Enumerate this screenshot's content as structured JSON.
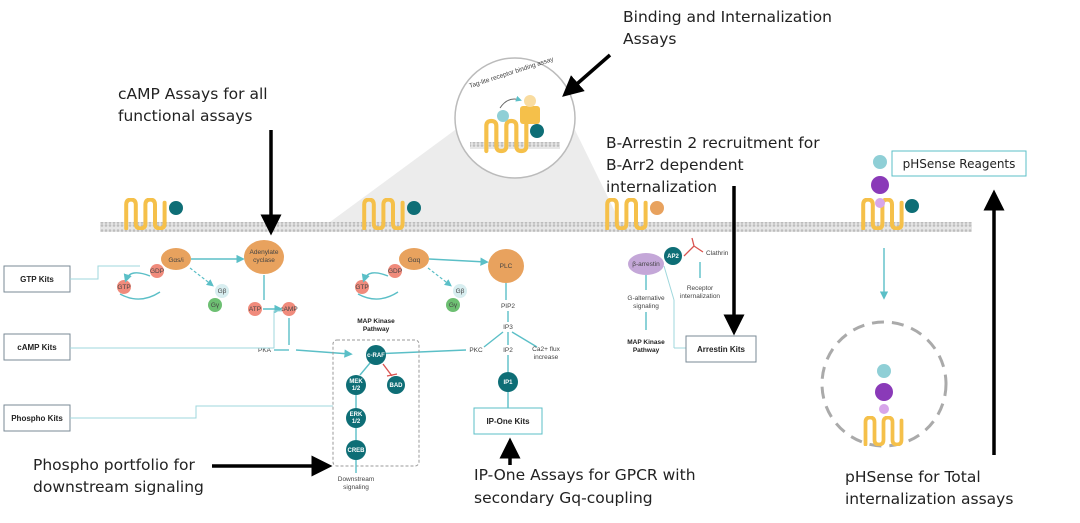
{
  "callouts": {
    "binding": [
      "Binding and Internalization",
      "Assays"
    ],
    "camp": [
      "cAMP Assays for all",
      "functional assays"
    ],
    "arrestin": [
      "B-Arrestin 2 recruitment for",
      "B-Arr2 dependent",
      "internalization"
    ],
    "phospho": [
      "Phospho portfolio for",
      "downstream signaling"
    ],
    "ipone": [
      "IP-One Assays for GPCR with",
      "secondary Gq-coupling"
    ],
    "phsense": [
      "pHSense for Total",
      "internalization assays"
    ]
  },
  "boxes": {
    "gtp": "GTP Kits",
    "camp": "cAMP Kits",
    "phospho": "Phospho Kits",
    "ipone": "IP-One Kits",
    "arrestin": "Arrestin Kits",
    "phsense": "pHSense Reagents"
  },
  "labels": {
    "binding_assay": "Tag-lite receptor binding assay",
    "gas": "Gαs/i",
    "gaq": "Gαq",
    "adenylate": [
      "Adenylate",
      "cyclase"
    ],
    "gdp": "GDP",
    "gtp": "GTP",
    "atp": "ATP",
    "camp": "cAMP",
    "gb": "Gβ",
    "gy": "Gγ",
    "pka": "PKA",
    "mapk": [
      "MAP Kinase",
      "Pathway"
    ],
    "craf": "c-RAF",
    "bad": "BAD",
    "mek": [
      "MEK",
      "1/2"
    ],
    "erk": [
      "ERK",
      "1/2"
    ],
    "creb": "CREB",
    "downstream": [
      "Downstream",
      "signaling"
    ],
    "plc": "PLC",
    "pip2": "PIP2",
    "ip3": "IP3",
    "pkc": "PKC",
    "ip2": "IP2",
    "ca": [
      "Ca2+ flux",
      "increase"
    ],
    "ip1": "IP1",
    "barrestin": "β-arrestin",
    "ap2": "AP2",
    "clathrin": "Clathrin",
    "receptor_int": [
      "Receptor",
      "internalization"
    ],
    "galt": [
      "G-alternative",
      "signaling"
    ],
    "mapk2": [
      "MAP Kinase",
      "Pathway"
    ]
  },
  "colors": {
    "receptor": "#f5c04a",
    "ligand": "#0e6e76",
    "gprotein": "#e8a25e",
    "teal_line": "#5bbfc7",
    "node": "#0e6e76",
    "purple": "#8a3ab8",
    "lilac": "#d7a6ea",
    "membrane": "#d6d6d6"
  }
}
